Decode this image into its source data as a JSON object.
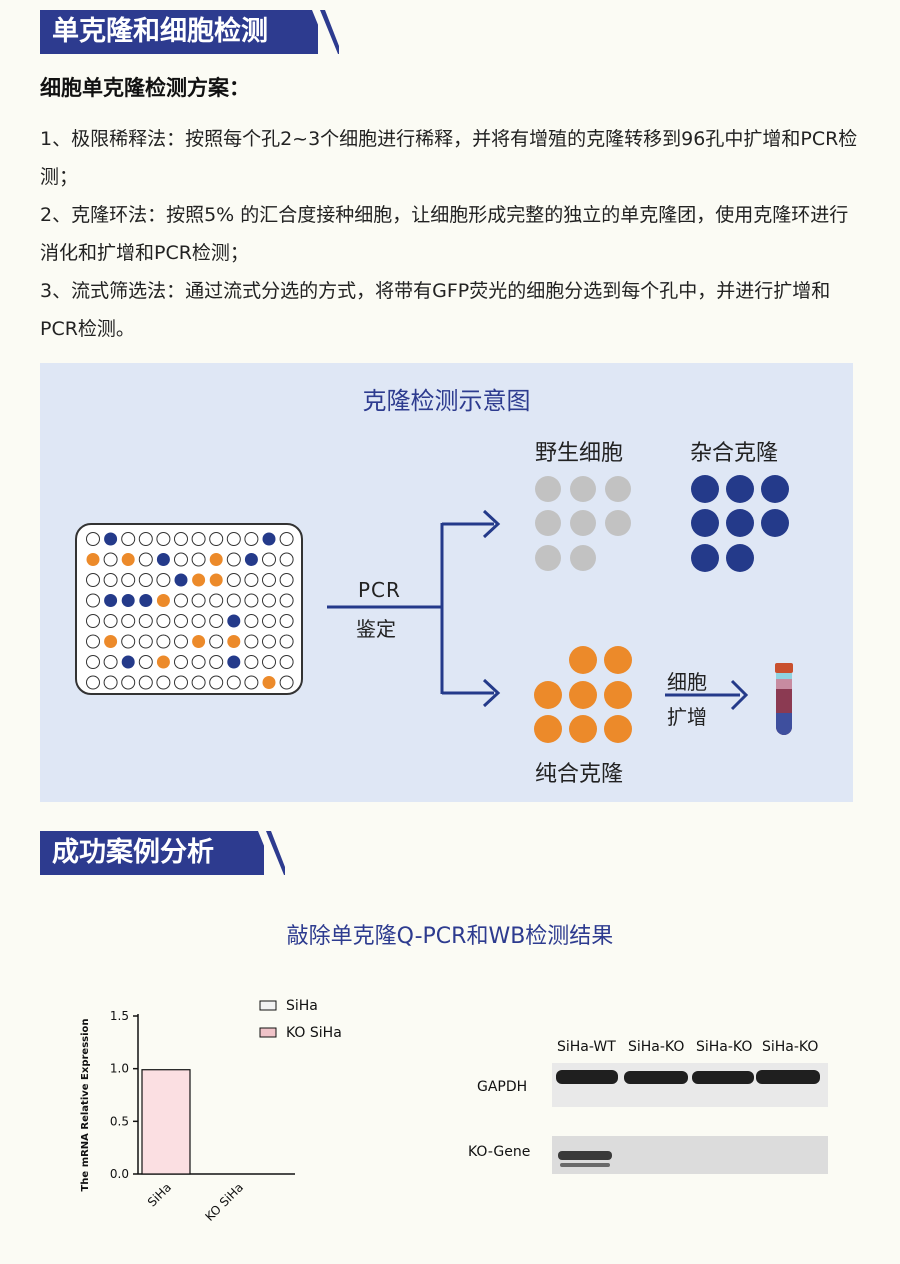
{
  "section1": {
    "title": "单克隆和细胞检测"
  },
  "scheme": {
    "heading": "细胞单克隆检测方案：",
    "items": [
      "1、极限稀释法：按照每个孔2~3个细胞进行稀释，并将有增殖的克隆转移到96孔中扩增和PCR检测；",
      "2、克隆环法：按照5% 的汇合度接种细胞，让细胞形成完整的独立的单克隆团，使用克隆环进行消化和扩增和PCR检测；",
      "3、流式筛选法：通过流式分选的方式，将带有GFP荧光的细胞分选到每个孔中，并进行扩增和PCR检测。"
    ]
  },
  "diagram": {
    "title": "克隆检测示意图",
    "pcr_label": "PCR",
    "identify_label": "鉴定",
    "wild_label": "野生细胞",
    "hetero_label": "杂合克隆",
    "homo_label": "纯合克隆",
    "expand_label_1": "细胞",
    "expand_label_2": "扩增",
    "colors": {
      "wild": "#c2c2c2",
      "hetero": "#243a8a",
      "homo": "#ec8a2a",
      "plate_blue": "#243a8a",
      "plate_orange": "#ec8a2a"
    }
  },
  "section2": {
    "title": "成功案例分析"
  },
  "results_title": "敲除单克隆Q-PCR和WB检测结果",
  "chart_data": {
    "type": "bar",
    "categories": [
      "SiHa",
      "KO SiHa"
    ],
    "series": [
      {
        "name": "SiHa",
        "values": [
          0.99,
          null
        ],
        "color": "#ffffff"
      },
      {
        "name": "KO SiHa",
        "values": [
          null,
          0.0
        ],
        "color": "#f7d8db"
      }
    ],
    "bar_fill": "#fbdfe2",
    "ylabel": "The mRNA Relative Expression",
    "ylim": [
      0,
      1.5
    ],
    "yticks": [
      "0.0",
      "0.5",
      "1.0",
      "1.5"
    ],
    "legend": [
      "SiHa",
      "KO  SiHa"
    ],
    "legend_position": "top-right"
  },
  "western_blot": {
    "lanes": [
      "SiHa-WT",
      "SiHa-KO",
      "SiHa-KO",
      "SiHa-KO"
    ],
    "rows": [
      "GAPDH",
      "KO-Gene"
    ]
  }
}
